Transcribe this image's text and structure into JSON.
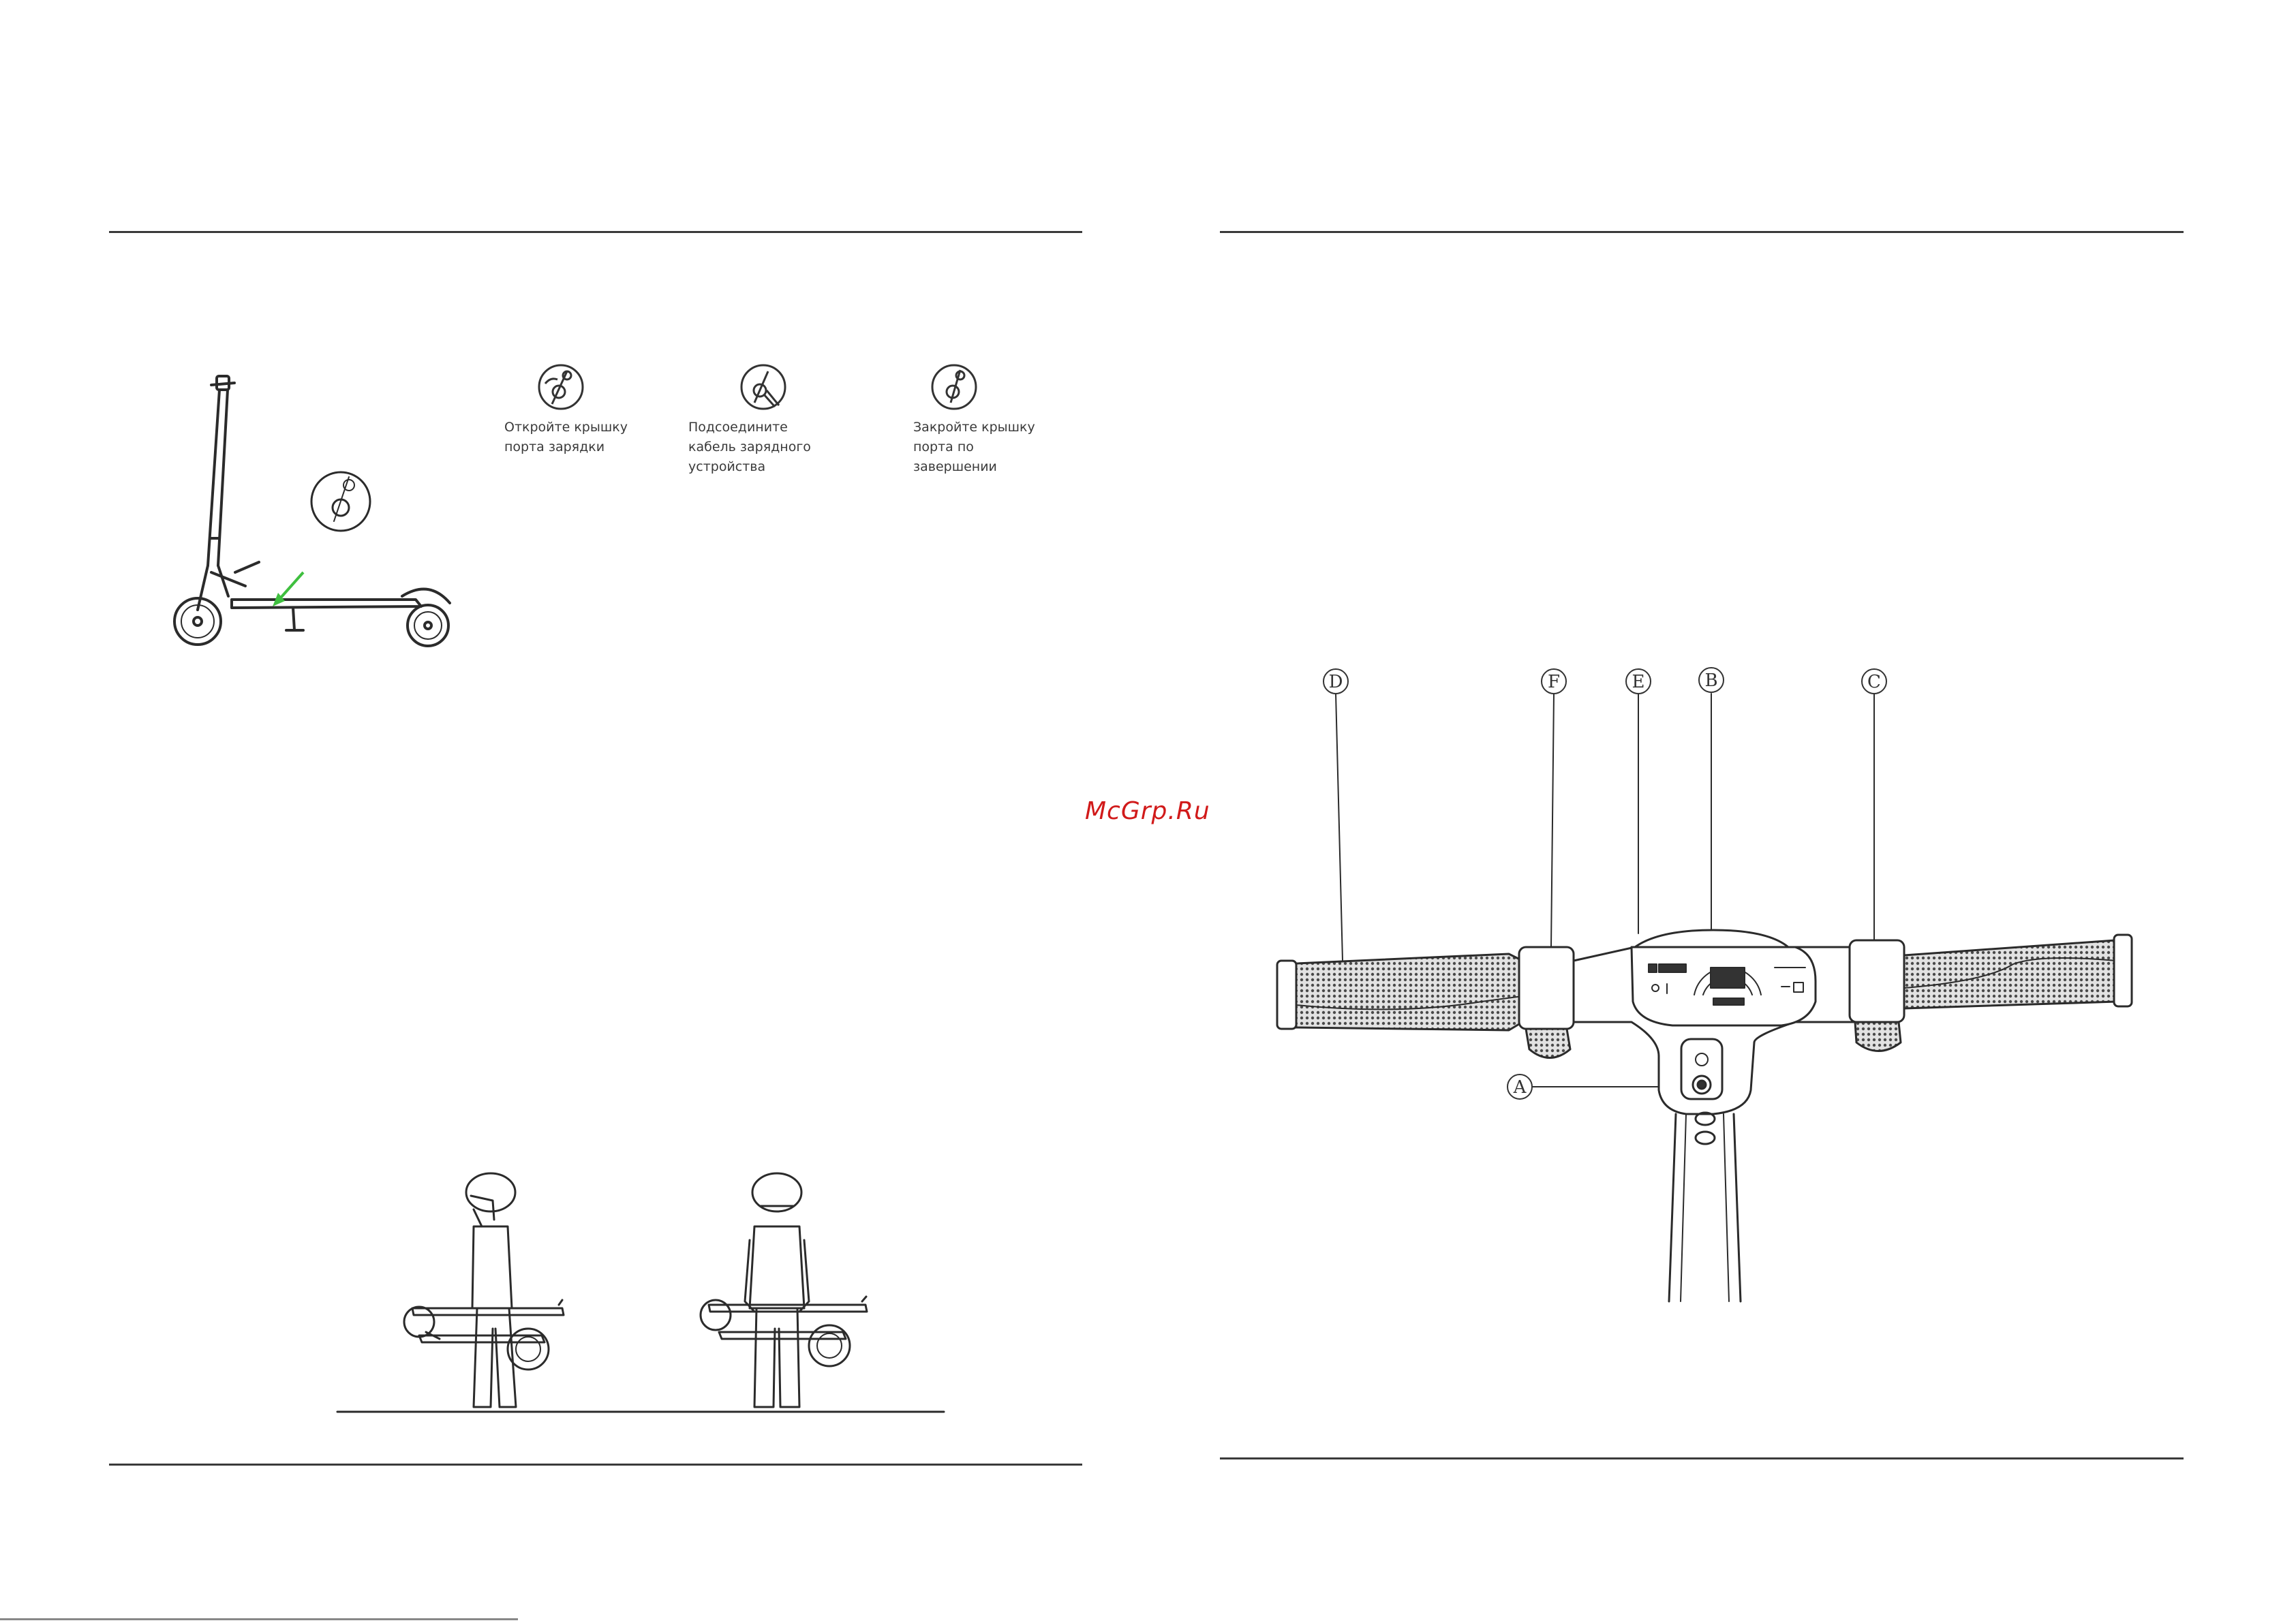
{
  "watermark": "McGrp.Ru",
  "charging_steps": [
    {
      "label_lines": [
        "Откройте крышку",
        "порта зарядки"
      ],
      "icon": "charging-port-open-icon"
    },
    {
      "label_lines": [
        "Подсоедините",
        "кабель зарядного",
        "устройства"
      ],
      "icon": "charger-plug-icon"
    },
    {
      "label_lines": [
        "Закройте крышку",
        "порта по",
        "завершении"
      ],
      "icon": "charging-port-close-icon"
    }
  ],
  "handlebar_callouts": [
    "D",
    "F",
    "E",
    "B",
    "C",
    "A"
  ],
  "colors": {
    "rule": "#3a3a3a",
    "line_art": "#2b2b2b",
    "watermark": "#d11a1a",
    "accent_arrow": "#3fbf3f"
  }
}
